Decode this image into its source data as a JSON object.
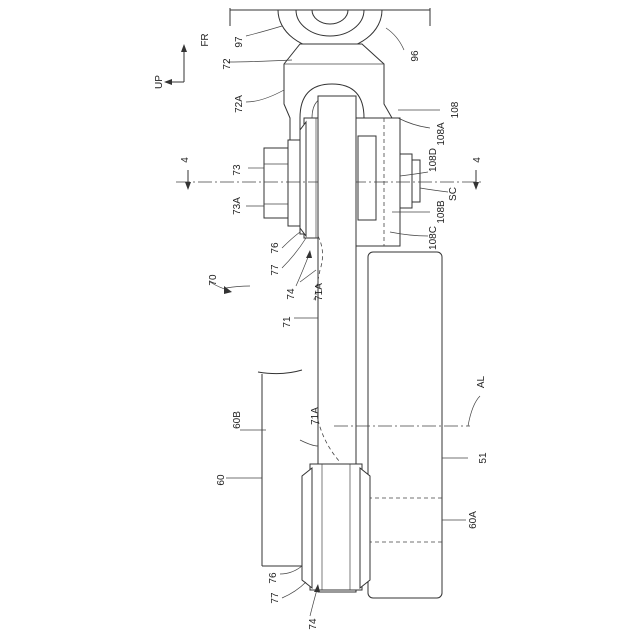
{
  "labels": {
    "fr": "FR",
    "up": "UP",
    "l97": "97",
    "l72": "72",
    "l96": "96",
    "l72A": "72A",
    "l108": "108",
    "l108A": "108A",
    "l108D": "108D",
    "l4_left": "4",
    "l4_right": "4",
    "l73": "73",
    "l73A": "73A",
    "lSC": "SC",
    "l108B": "108B",
    "l108C": "108C",
    "l76_top": "76",
    "l77_top": "77",
    "l74_top": "74",
    "l70": "70",
    "l71A_top": "71A",
    "l71": "71",
    "lAL": "AL",
    "l60B": "60B",
    "l71A_bottom": "71A",
    "l51": "51",
    "l60": "60",
    "l60A": "60A",
    "l76_bottom": "76",
    "l77_bottom": "77",
    "l74_bottom": "74"
  }
}
